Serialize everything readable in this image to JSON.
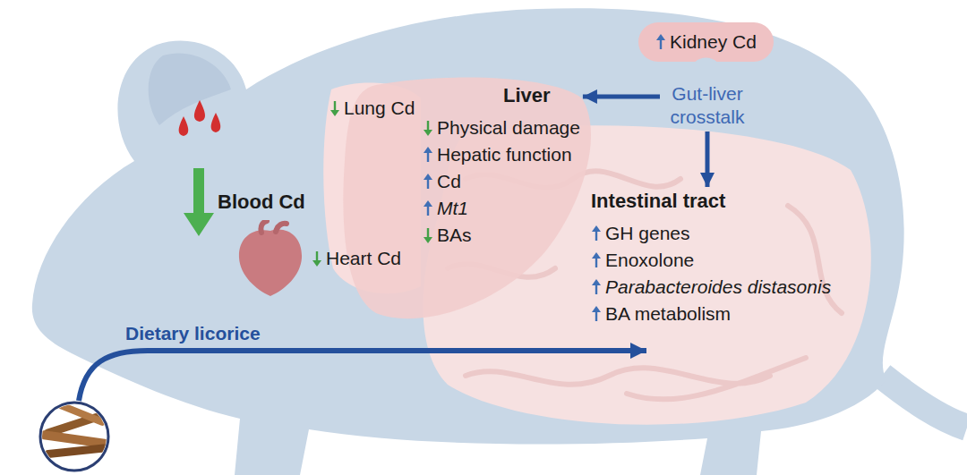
{
  "diagram": {
    "nodes": [
      {
        "text": [
          "Kidney Cd"
        ]
      },
      {
        "text": [
          "Gut-liver crosstalk"
        ]
      },
      {
        "text": [
          "Liver",
          "Physical damage",
          "Hepatic function",
          "Cd",
          "Mt1",
          "BAs"
        ]
      },
      {
        "text": [
          "Lung Cd"
        ]
      },
      {
        "text": [
          "Heart Cd"
        ]
      },
      {
        "text": [
          "Intestinal tract",
          "GH genes",
          "Enoxolone",
          "Parabacteroides distasonis",
          "BA metabolism"
        ]
      }
    ],
    "edges": [
      {
        "from": 1,
        "to": 2,
        "arrow": "to"
      },
      {
        "from": 1,
        "to": 5,
        "arrow": "to"
      }
    ],
    "labels": [
      "Blood Cd",
      "Dietary licorice"
    ]
  }
}
